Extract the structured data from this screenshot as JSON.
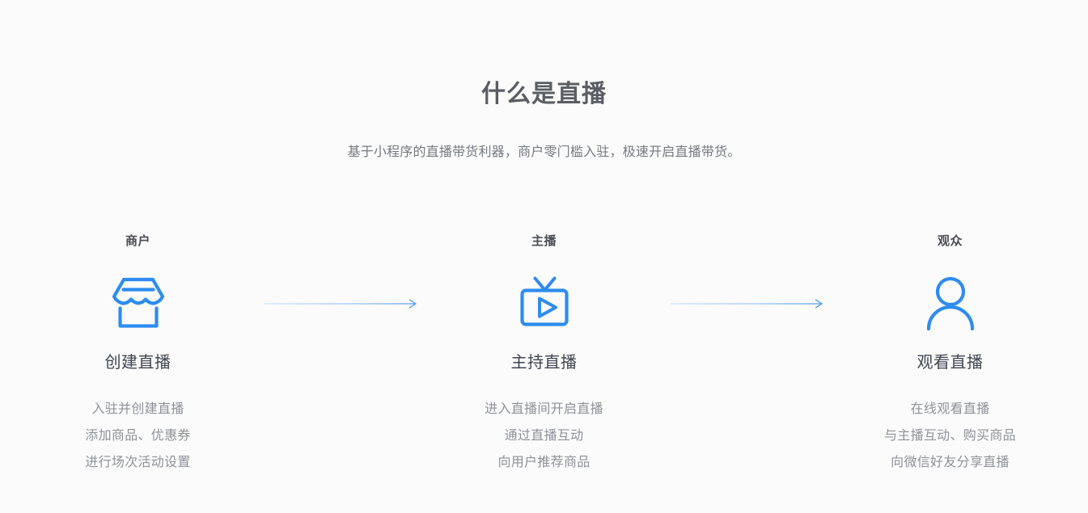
{
  "page": {
    "background_color": "#fbfbfb",
    "accent_color": "#2d8cf0",
    "title": "什么是直播",
    "subtitle": "基于小程序的直播带货利器，商户零门槛入驻，极速开启直播带货。"
  },
  "flow": {
    "steps": [
      {
        "role": "商户",
        "icon": "shop-icon",
        "title": "创建直播",
        "description_lines": [
          "入驻并创建直播",
          "添加商品、优惠券",
          "进行场次活动设置"
        ]
      },
      {
        "role": "主播",
        "icon": "tv-play-icon",
        "title": "主持直播",
        "description_lines": [
          "进入直播间开启直播",
          "通过直播互动",
          "向用户推荐商品"
        ]
      },
      {
        "role": "观众",
        "icon": "person-icon",
        "title": "观看直播",
        "description_lines": [
          "在线观看直播",
          "与主播互动、购买商品",
          "向微信好友分享直播"
        ]
      }
    ],
    "connectors": [
      {
        "icon": "arrow-right-icon"
      },
      {
        "icon": "arrow-right-icon"
      }
    ]
  }
}
